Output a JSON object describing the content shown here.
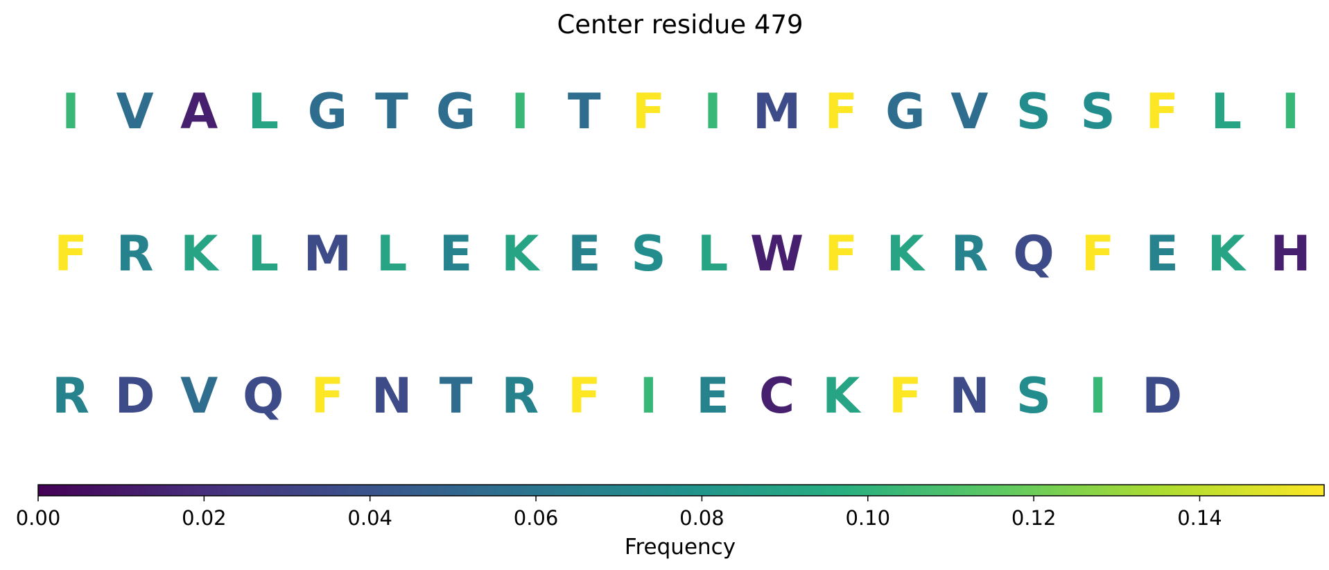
{
  "chart_data": {
    "type": "heatmap",
    "title": "Center residue 479",
    "sequence": "IVALGTGITFIMFGVSSFLIFRKLMLEKESLWFKRQFEKHRDVQFNTRFIECKFNSID",
    "frequencies": [
      0.103,
      0.055,
      0.013,
      0.09,
      0.055,
      0.055,
      0.055,
      0.103,
      0.055,
      0.155,
      0.103,
      0.035,
      0.155,
      0.055,
      0.055,
      0.075,
      0.075,
      0.155,
      0.09,
      0.103,
      0.155,
      0.068,
      0.09,
      0.09,
      0.035,
      0.09,
      0.068,
      0.09,
      0.068,
      0.075,
      0.09,
      0.013,
      0.155,
      0.09,
      0.068,
      0.035,
      0.155,
      0.068,
      0.09,
      0.013,
      0.068,
      0.035,
      0.055,
      0.035,
      0.155,
      0.035,
      0.055,
      0.068,
      0.155,
      0.103,
      0.068,
      0.013,
      0.09,
      0.155,
      0.035,
      0.075,
      0.103,
      0.035
    ],
    "colorbar": {
      "label": "Frequency",
      "colormap": "viridis",
      "range": [
        0.0,
        0.155
      ],
      "ticks": [
        "0.00",
        "0.02",
        "0.04",
        "0.06",
        "0.08",
        "0.10",
        "0.12",
        "0.14"
      ]
    }
  }
}
